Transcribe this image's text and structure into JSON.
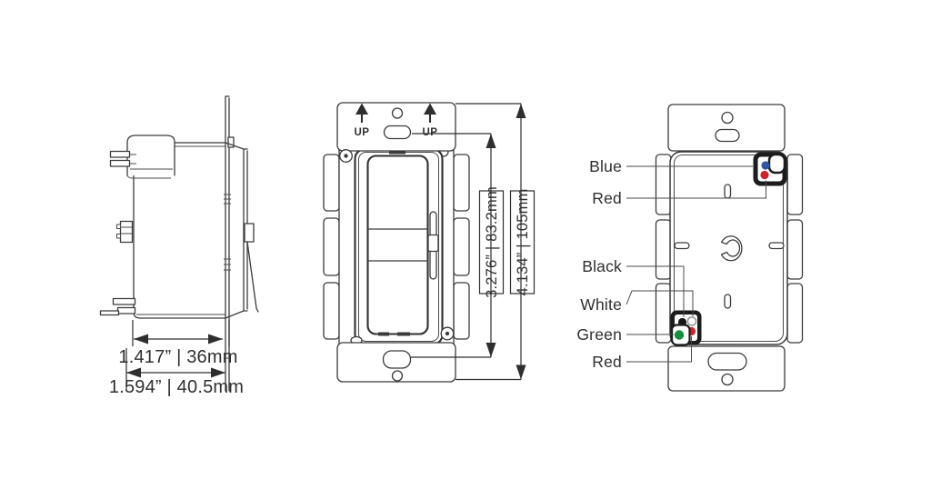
{
  "side_view": {
    "dim_device": "1.417” | 36mm",
    "dim_overall": "1.594” | 40.5mm"
  },
  "front_view": {
    "up_label": "UP",
    "dim_inner": "3.276” | 83.2mm",
    "dim_overall": "4.134” | 105mm"
  },
  "back_view": {
    "wires": [
      {
        "label": "Blue",
        "color": "#2f55a4"
      },
      {
        "label": "Red",
        "color": "#d1222b"
      },
      {
        "label": "Black",
        "color": "#161616"
      },
      {
        "label": "White",
        "color": "#ffffff"
      },
      {
        "label": "Green",
        "color": "#12913f"
      },
      {
        "label": "Red",
        "color": "#d1222b"
      }
    ]
  },
  "colors": {
    "line": "#3b3b3b",
    "text": "#2f2f2f",
    "block": "#1c1c1c"
  }
}
